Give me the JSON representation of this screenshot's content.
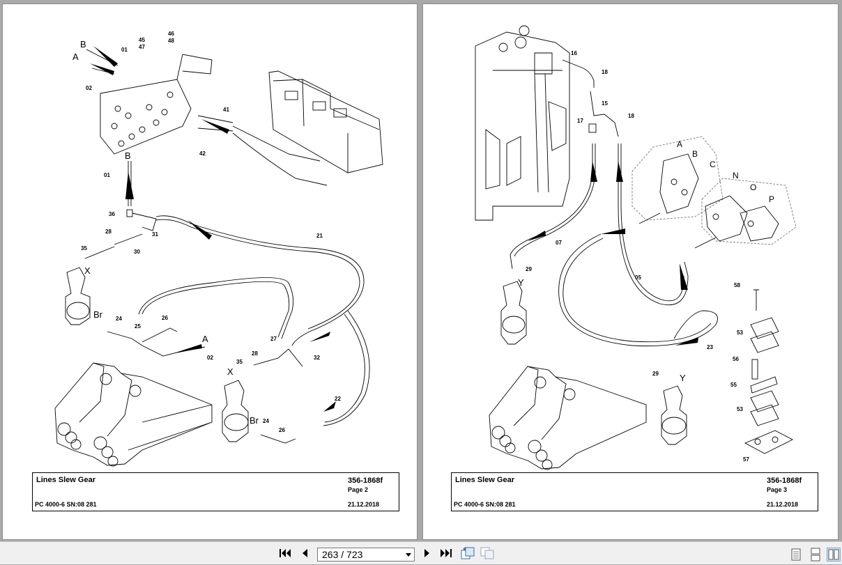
{
  "left_page": {
    "title": "Lines Slew Gear",
    "model": "PC 4000-6 SN:08 281",
    "drawing_number": "356-1868f",
    "page_label": "Page 2",
    "date": "21.12.2018",
    "callouts": [
      "01",
      "02",
      "45",
      "47",
      "46",
      "48",
      "41",
      "42",
      "01",
      "36",
      "31",
      "28",
      "30",
      "35",
      "21",
      "24",
      "25",
      "26",
      "02",
      "27",
      "28",
      "35",
      "32",
      "22",
      "24",
      "26"
    ],
    "letters": [
      "A",
      "B",
      "B",
      "X",
      "Br",
      "A",
      "X",
      "Br"
    ]
  },
  "right_page": {
    "title": "Lines Slew Gear",
    "model": "PC 4000-6 SN:08 281",
    "drawing_number": "356-1868f",
    "page_label": "Page 3",
    "date": "21.12.2018",
    "callouts": [
      "16",
      "18",
      "15",
      "18",
      "17",
      "07",
      "29",
      "05",
      "23",
      "29",
      "58",
      "53",
      "56",
      "55",
      "53",
      "57"
    ],
    "letters": [
      "A",
      "B",
      "C",
      "N",
      "O",
      "P",
      "Y",
      "Y"
    ]
  },
  "toolbar": {
    "current_page": "263",
    "total_pages": "723",
    "page_display": "263 / 723",
    "icons": [
      "first-page-icon",
      "previous-page-icon",
      "next-page-icon",
      "last-page-icon",
      "rotate-icon",
      "rotate-disabled-icon",
      "single-page-view-icon",
      "continuous-view-icon",
      "facing-view-icon"
    ]
  },
  "colors": {
    "background": "#a9a9a9",
    "page": "#ffffff",
    "toolbar": "#f0f0f0",
    "active_view": "#cfe2f7"
  }
}
